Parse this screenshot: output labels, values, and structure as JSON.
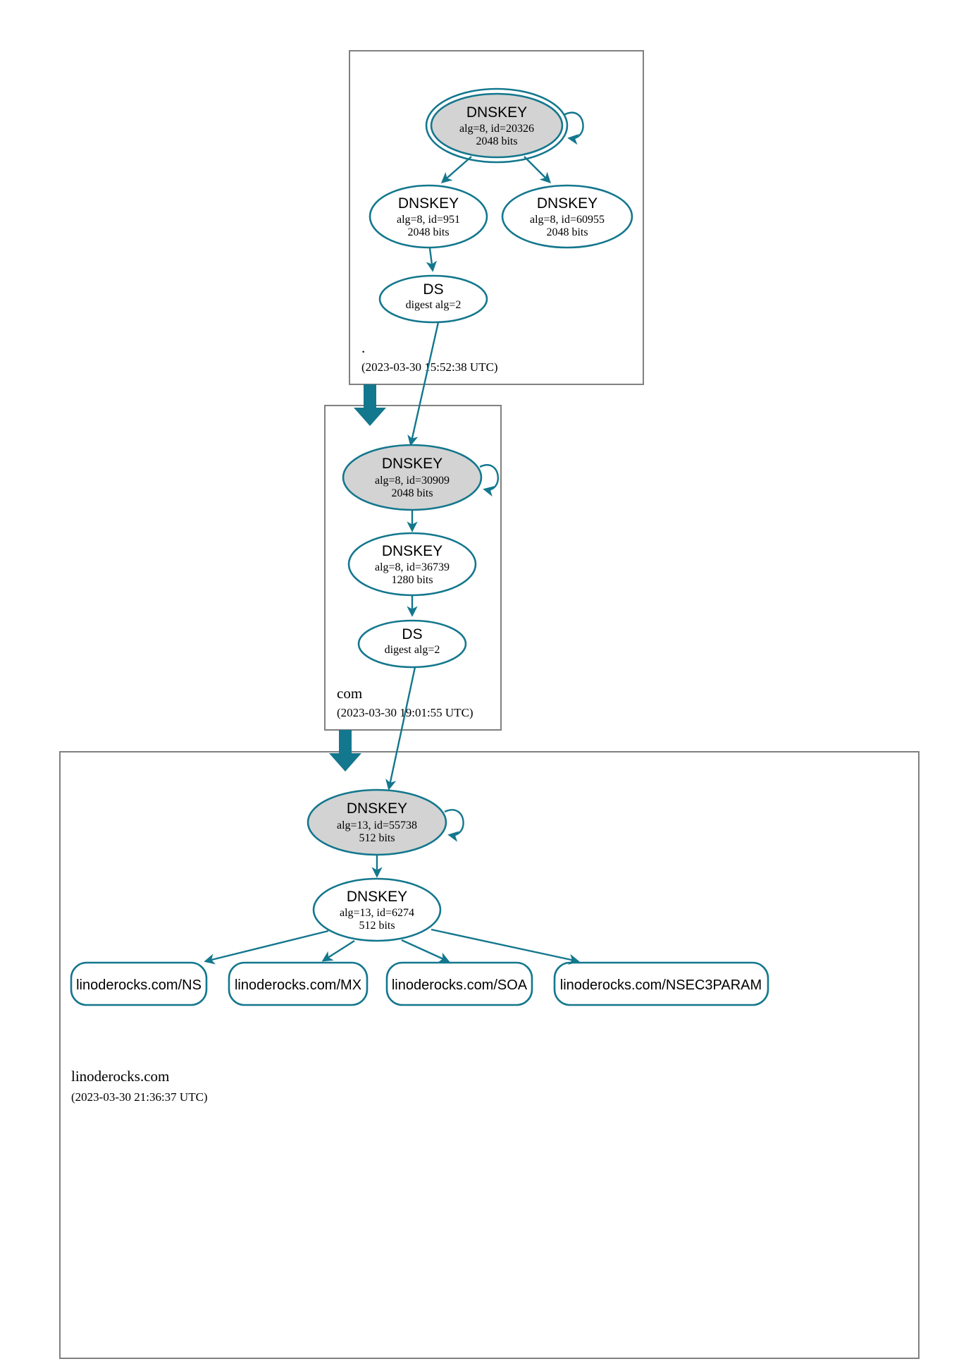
{
  "diagram": {
    "title": "DNSSEC authentication chain",
    "colors": {
      "edge": "#13778d",
      "node_stroke": "#13778d",
      "secure_fill": "#d3d3d3",
      "plain_fill": "#ffffff",
      "zone_border": "#808080",
      "text": "#000000"
    }
  },
  "zones": [
    {
      "id": "root",
      "label": ".",
      "timestamp": "(2023-03-30 15:52:38 UTC)",
      "nodes": [
        {
          "id": "root-ksk-20326",
          "type": "DNSKEY",
          "title": "DNSKEY",
          "line2": "alg=8, id=20326",
          "line3": "2048 bits",
          "trust_anchor": true,
          "shaded": true,
          "self_sign": true
        },
        {
          "id": "root-zsk-951",
          "type": "DNSKEY",
          "title": "DNSKEY",
          "line2": "alg=8, id=951",
          "line3": "2048 bits",
          "trust_anchor": false,
          "shaded": false,
          "self_sign": false
        },
        {
          "id": "root-zsk-60955",
          "type": "DNSKEY",
          "title": "DNSKEY",
          "line2": "alg=8, id=60955",
          "line3": "2048 bits",
          "trust_anchor": false,
          "shaded": false,
          "self_sign": false
        },
        {
          "id": "root-ds-com",
          "type": "DS",
          "title": "DS",
          "line2": "digest alg=2",
          "line3": "",
          "trust_anchor": false,
          "shaded": false,
          "self_sign": false
        }
      ]
    },
    {
      "id": "com",
      "label": "com",
      "timestamp": "(2023-03-30 19:01:55 UTC)",
      "nodes": [
        {
          "id": "com-ksk-30909",
          "type": "DNSKEY",
          "title": "DNSKEY",
          "line2": "alg=8, id=30909",
          "line3": "2048 bits",
          "trust_anchor": false,
          "shaded": true,
          "self_sign": true
        },
        {
          "id": "com-zsk-36739",
          "type": "DNSKEY",
          "title": "DNSKEY",
          "line2": "alg=8, id=36739",
          "line3": "1280 bits",
          "trust_anchor": false,
          "shaded": false,
          "self_sign": false
        },
        {
          "id": "com-ds-linoderocks",
          "type": "DS",
          "title": "DS",
          "line2": "digest alg=2",
          "line3": "",
          "trust_anchor": false,
          "shaded": false,
          "self_sign": false
        }
      ]
    },
    {
      "id": "linoderocks",
      "label": "linoderocks.com",
      "timestamp": "(2023-03-30 21:36:37 UTC)",
      "nodes": [
        {
          "id": "lr-ksk-55738",
          "type": "DNSKEY",
          "title": "DNSKEY",
          "line2": "alg=13, id=55738",
          "line3": "512 bits",
          "trust_anchor": false,
          "shaded": true,
          "self_sign": true
        },
        {
          "id": "lr-zsk-6274",
          "type": "DNSKEY",
          "title": "DNSKEY",
          "line2": "alg=13, id=6274",
          "line3": "512 bits",
          "trust_anchor": false,
          "shaded": false,
          "self_sign": false
        }
      ],
      "rrsets": [
        {
          "id": "rrset-ns",
          "label": "linoderocks.com/NS"
        },
        {
          "id": "rrset-mx",
          "label": "linoderocks.com/MX"
        },
        {
          "id": "rrset-soa",
          "label": "linoderocks.com/SOA"
        },
        {
          "id": "rrset-nsec3param",
          "label": "linoderocks.com/NSEC3PARAM"
        }
      ]
    }
  ]
}
